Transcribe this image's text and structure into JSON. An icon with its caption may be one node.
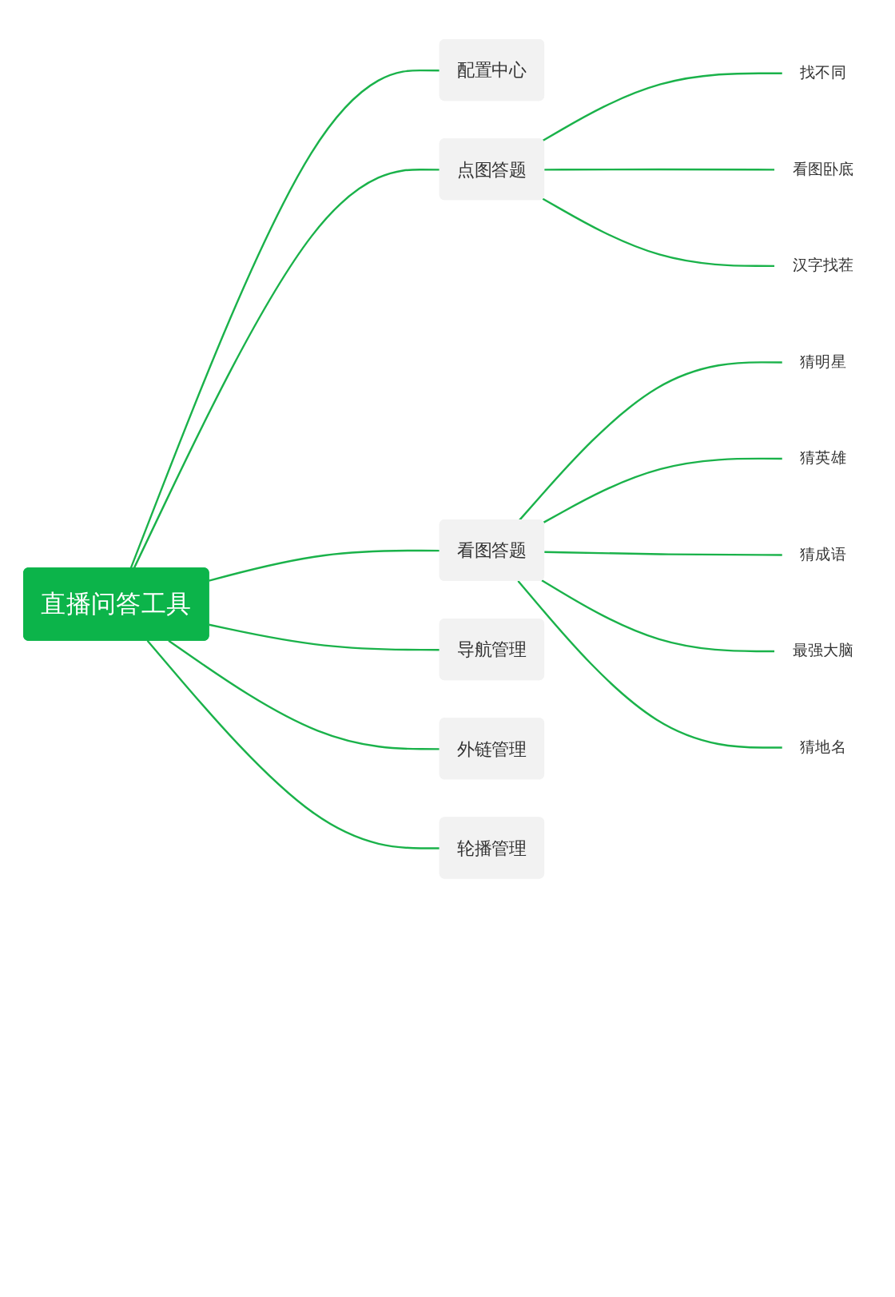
{
  "diagram": {
    "nodes": [
      {
        "text": [
          "直播问答工具"
        ]
      },
      {
        "text": [
          "配置中心"
        ]
      },
      {
        "text": [
          "点图答题"
        ]
      },
      {
        "text": [
          "找不同"
        ]
      },
      {
        "text": [
          "看图卧底"
        ]
      },
      {
        "text": [
          "汉字找茬"
        ]
      },
      {
        "text": [
          "看图答题"
        ]
      },
      {
        "text": [
          "猜明星"
        ]
      },
      {
        "text": [
          "猜英雄"
        ]
      },
      {
        "text": [
          "猜成语"
        ]
      },
      {
        "text": [
          "最强大脑"
        ]
      },
      {
        "text": [
          "猜地名"
        ]
      },
      {
        "text": [
          "导航管理"
        ]
      },
      {
        "text": [
          "外链管理"
        ]
      },
      {
        "text": [
          "轮播管理"
        ]
      }
    ],
    "edges": [
      {
        "from": 0,
        "to": 1,
        "arrow": "none"
      },
      {
        "from": 0,
        "to": 2,
        "arrow": "none"
      },
      {
        "from": 2,
        "to": 3,
        "arrow": "none"
      },
      {
        "from": 2,
        "to": 4,
        "arrow": "none"
      },
      {
        "from": 2,
        "to": 5,
        "arrow": "none"
      },
      {
        "from": 0,
        "to": 6,
        "arrow": "none"
      },
      {
        "from": 6,
        "to": 7,
        "arrow": "none"
      },
      {
        "from": 6,
        "to": 8,
        "arrow": "none"
      },
      {
        "from": 6,
        "to": 9,
        "arrow": "none"
      },
      {
        "from": 6,
        "to": 10,
        "arrow": "none"
      },
      {
        "from": 6,
        "to": 11,
        "arrow": "none"
      },
      {
        "from": 0,
        "to": 12,
        "arrow": "none"
      },
      {
        "from": 0,
        "to": 13,
        "arrow": "none"
      },
      {
        "from": 0,
        "to": 14,
        "arrow": "none"
      }
    ]
  }
}
